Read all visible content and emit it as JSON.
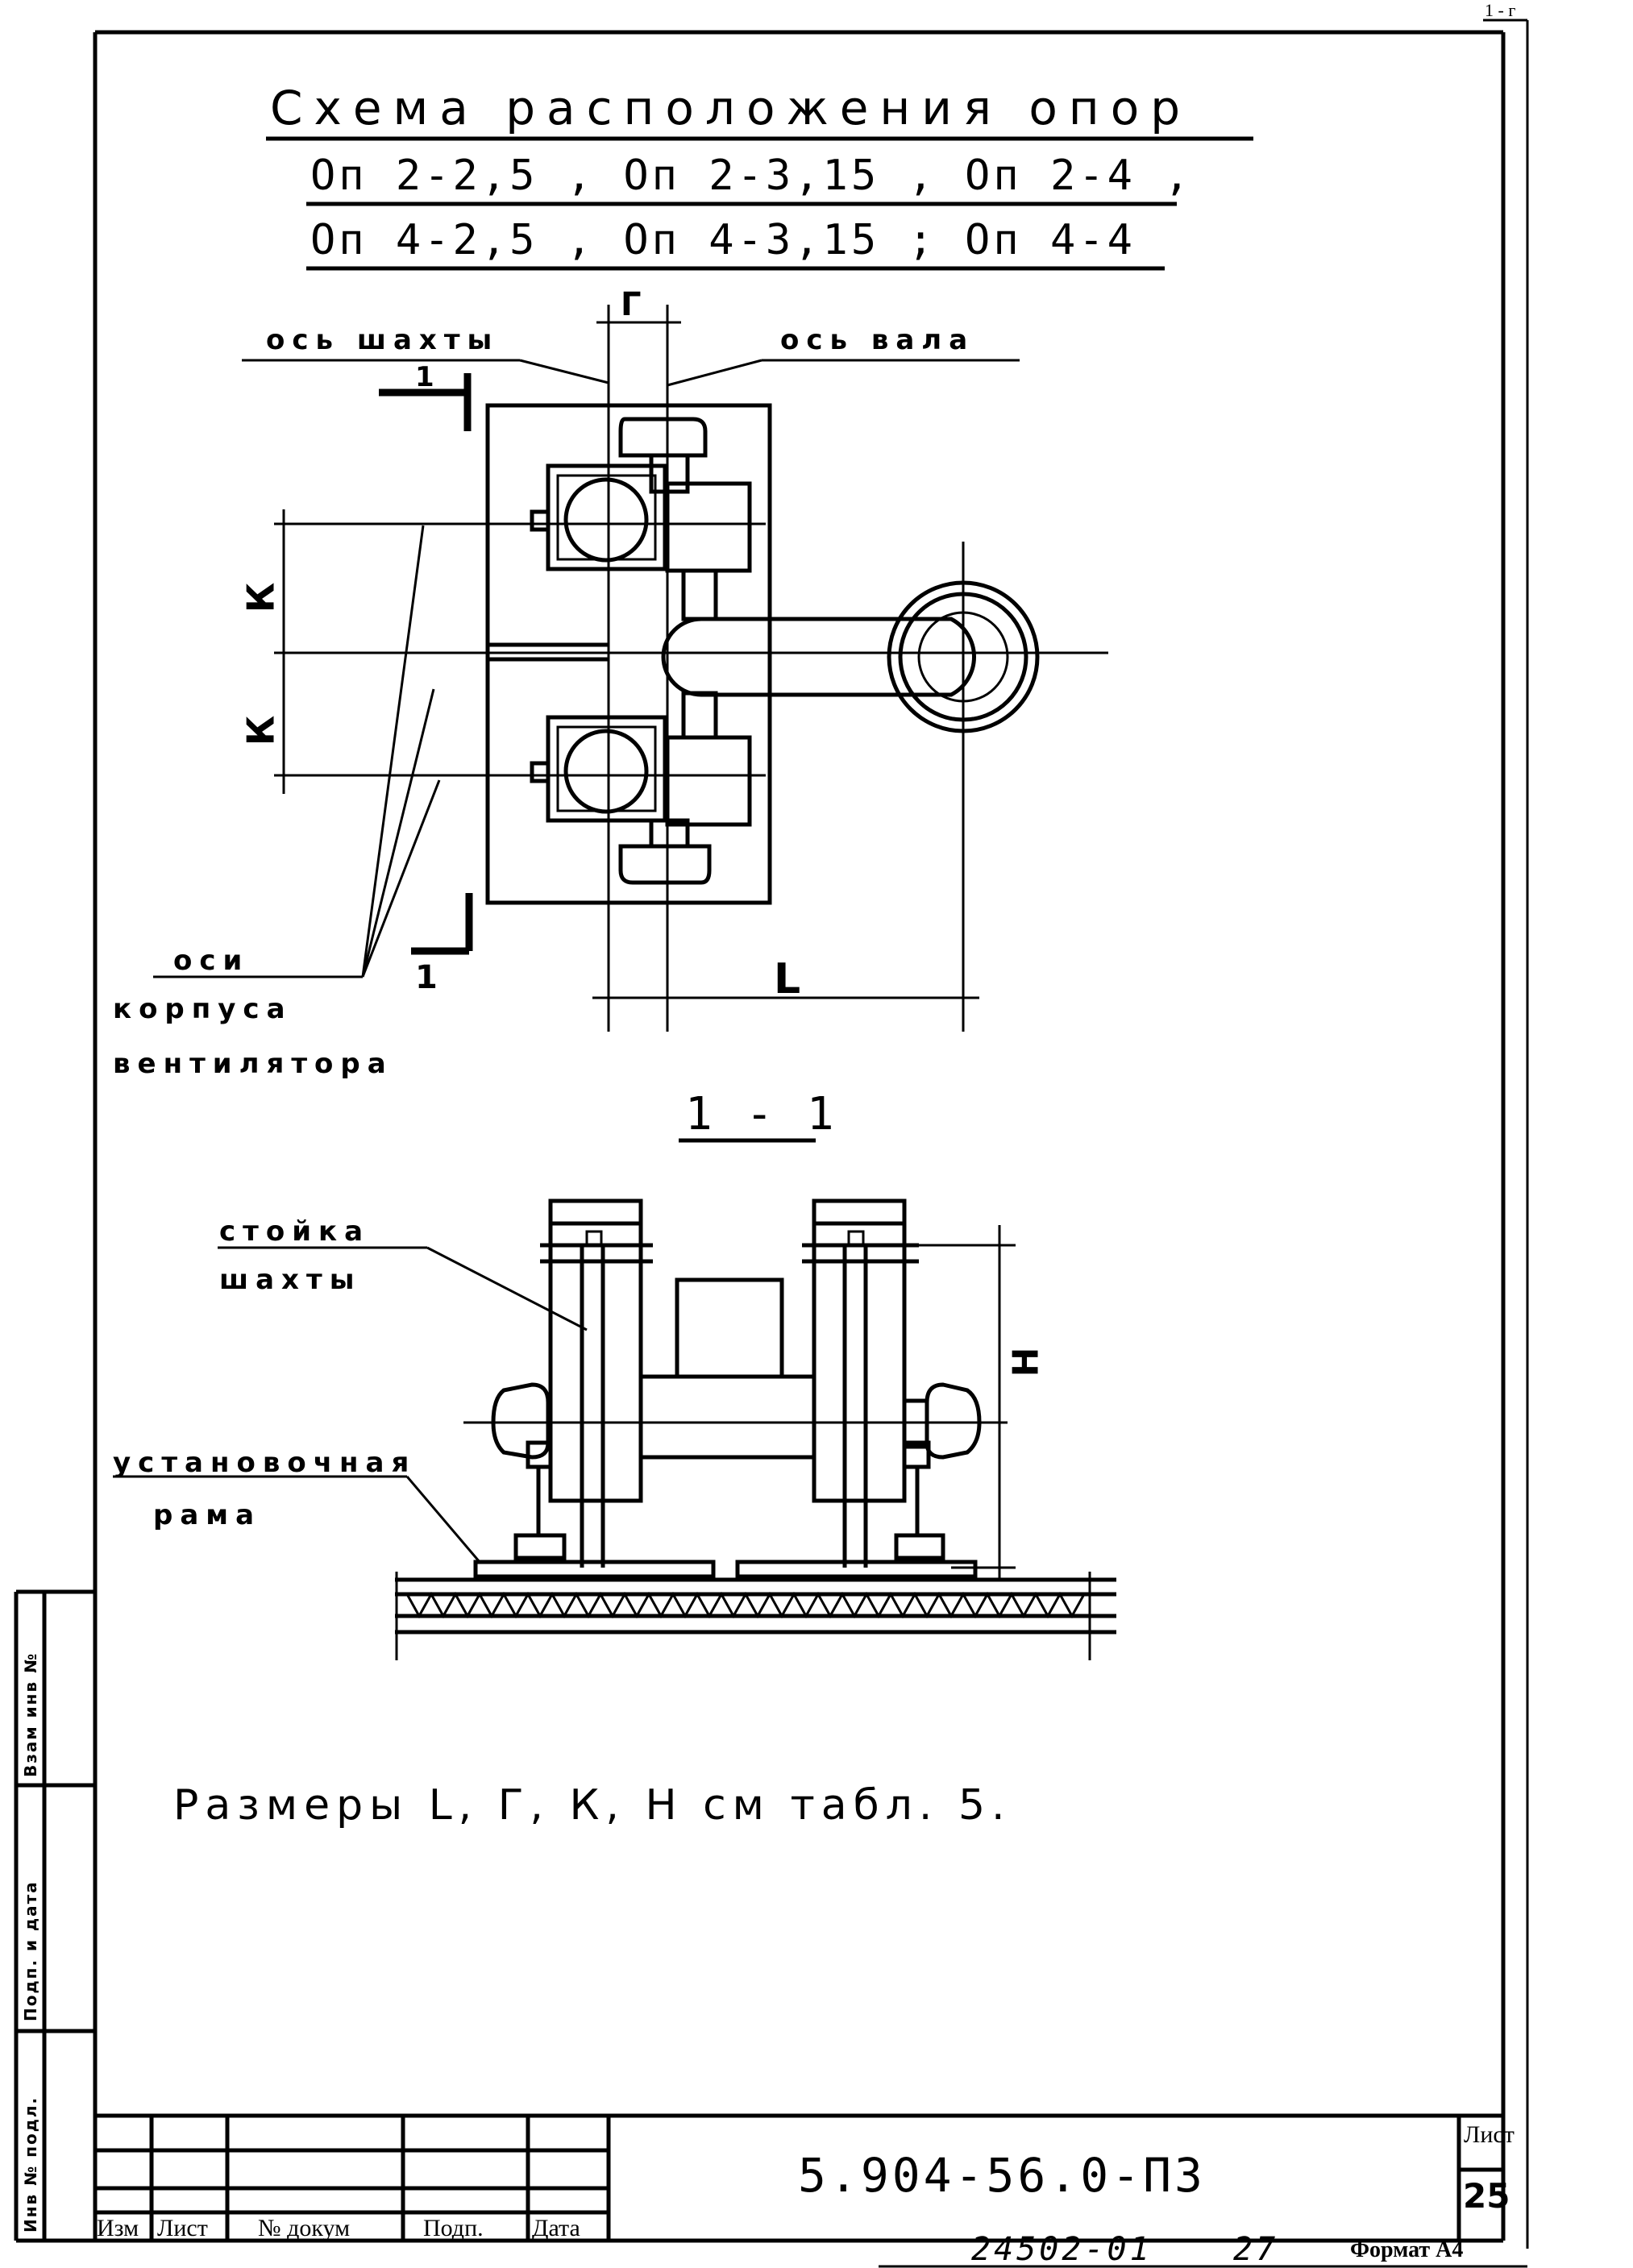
{
  "title": "Схема расположения опор",
  "subtitle_line1": "Оп 2-2,5 ,   Оп 2-3,15 ,   Оп 2-4 ,",
  "subtitle_line2": "Оп 4-2,5 ,   Оп 4-3,15 ;   Оп 4-4",
  "plan_labels": {
    "shaft_axis": "ось шахты",
    "shaft_axis_2": "ось вала",
    "axes": "оси",
    "fan_body": "корпуса",
    "fan": "вентилятора",
    "dim_g": "Г",
    "dim_k1": "К",
    "dim_k2": "К",
    "dim_l": "L",
    "cut_mark_top": "1",
    "cut_mark_bottom": "1"
  },
  "section_label": "1 - 1",
  "section_labels": {
    "post": "стойка",
    "post_2": "шахты",
    "frame": "установочная",
    "frame_2": "рама",
    "dim_h": "Н"
  },
  "note": "Размеры L, Г, К, Н  см  табл. 5.",
  "corner_mark": "1 - г",
  "side_stamp": {
    "inv_orig": "Инв № подл.",
    "sign_date": "Подп. и дата",
    "replace_inv": "Взам инв №"
  },
  "title_block": {
    "col_change": "Изм",
    "col_sheet": "Лист",
    "col_doc": "№ докум",
    "col_sign": "Подп.",
    "col_date": "Дата",
    "doc_code": "5.904-56.0-ПЗ",
    "sheet_label": "Лист",
    "sheet_number": "25"
  },
  "footer": {
    "archive_no": "24502-01",
    "page": "27",
    "format": "Формат А4"
  }
}
